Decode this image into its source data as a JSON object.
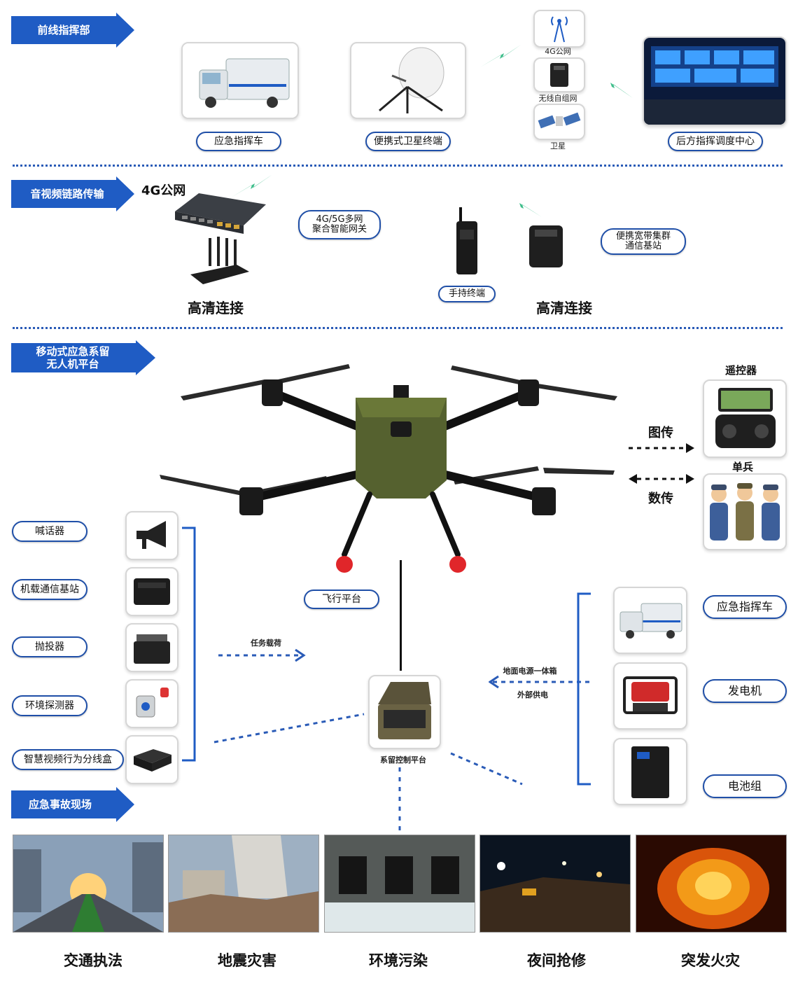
{
  "sections": {
    "frontline": "前线指挥部",
    "av_link": "音视频链路传输",
    "platform": "移动式应急系留\n无人机平台",
    "scene": "应急事故现场"
  },
  "frontline": {
    "vehicle": "应急指挥车",
    "satellite_terminal": "便携式卫星终端",
    "net_4g": "4G公网",
    "adhoc": "无线自组网",
    "satellite": "卫星",
    "rear_center": "后方指挥调度中心"
  },
  "av_link": {
    "net_label": "4G公网",
    "gateway": "4G/5G多网\n聚合智能网关",
    "hd_left": "高清连接",
    "handheld": "手持终端",
    "base_station": "便携宽带集群\n通信基站",
    "hd_right": "高清连接"
  },
  "platform": {
    "remote": "遥控器",
    "image_tx": "图传",
    "soldier": "单兵",
    "data_tx": "数传",
    "flight": "飞行平台",
    "payload": "任务载荷",
    "tether": "系留控制平台",
    "ground_power": "地面电源一体箱",
    "external_power": "外部供电",
    "left_items": [
      "喊话器",
      "机载通信基站",
      "抛投器",
      "环境探测器",
      "智慧视频行为分线盒"
    ],
    "right_items": [
      "应急指挥车",
      "发电机",
      "电池组"
    ]
  },
  "scenes": [
    "交通执法",
    "地震灾害",
    "环境污染",
    "夜间抢修",
    "突发火灾"
  ],
  "colors": {
    "accent": "#1f5cc4",
    "link": "#3dbd8a"
  }
}
